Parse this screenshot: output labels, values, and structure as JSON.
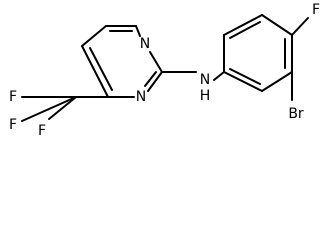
{
  "molecule": {
    "atoms": {
      "pyrimidine_n1": "N",
      "pyrimidine_n3": "N",
      "amine_nh": "N",
      "amine_h": "H",
      "fluoro": "F",
      "bromo": "Br",
      "cf3_f_left": "F",
      "cf3_f_lower_left": "F",
      "cf3_f_bottom": "F"
    }
  }
}
